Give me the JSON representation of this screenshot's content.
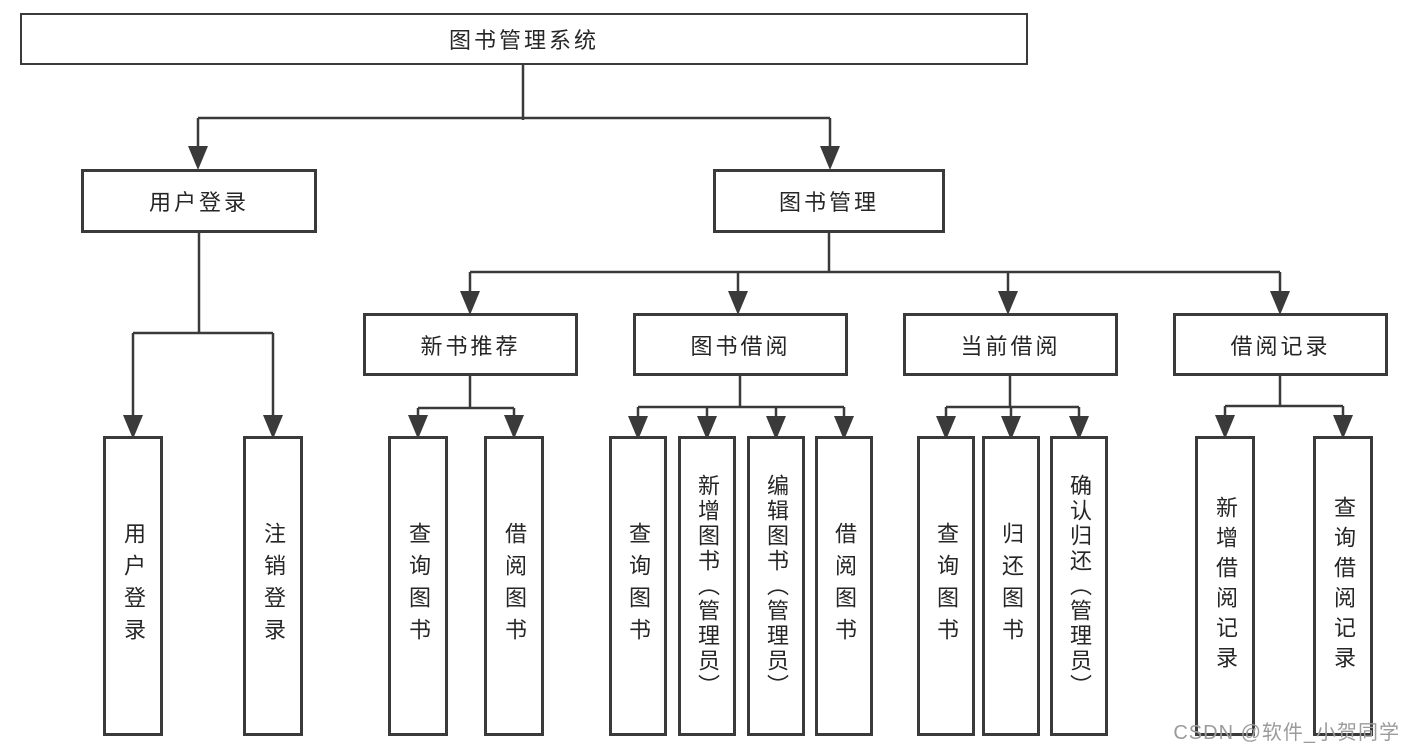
{
  "diagram": {
    "root": {
      "label": "图书管理系统"
    },
    "level2": [
      {
        "label": "用户登录"
      },
      {
        "label": "图书管理"
      }
    ],
    "level3": [
      {
        "label": "新书推荐"
      },
      {
        "label": "图书借阅"
      },
      {
        "label": "当前借阅"
      },
      {
        "label": "借阅记录"
      }
    ],
    "groups": [
      {
        "parent": "用户登录",
        "children": [
          {
            "label": "用户登录"
          },
          {
            "label": "注销登录"
          }
        ]
      },
      {
        "parent": "新书推荐",
        "children": [
          {
            "label": "查询图书"
          },
          {
            "label": "借阅图书"
          }
        ]
      },
      {
        "parent": "图书借阅",
        "children": [
          {
            "label": "查询图书"
          },
          {
            "label": "新增图书（管理员）"
          },
          {
            "label": "编辑图书（管理员）"
          },
          {
            "label": "借阅图书"
          }
        ]
      },
      {
        "parent": "当前借阅",
        "children": [
          {
            "label": "查询图书"
          },
          {
            "label": "归还图书"
          },
          {
            "label": "确认归还（管理员）"
          }
        ]
      },
      {
        "parent": "借阅记录",
        "children": [
          {
            "label": "新增借阅记录"
          },
          {
            "label": "查询借阅记录"
          }
        ]
      }
    ]
  },
  "watermark": {
    "text": "CSDN @软件_小贺同学"
  },
  "colors": {
    "line": "#3a3a3a",
    "box_border": "#3a3a3a",
    "text": "#262626",
    "background": "#ffffff",
    "watermark": "#9b9b9b"
  }
}
